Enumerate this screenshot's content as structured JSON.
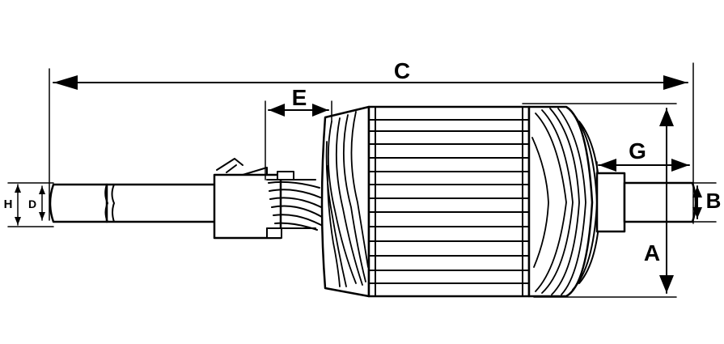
{
  "labels": {
    "C": "C",
    "E": "E",
    "G": "G",
    "A": "A",
    "B": "B",
    "H": "H",
    "D": "D"
  },
  "colors": {
    "line": "#000000",
    "background": "#ffffff"
  }
}
